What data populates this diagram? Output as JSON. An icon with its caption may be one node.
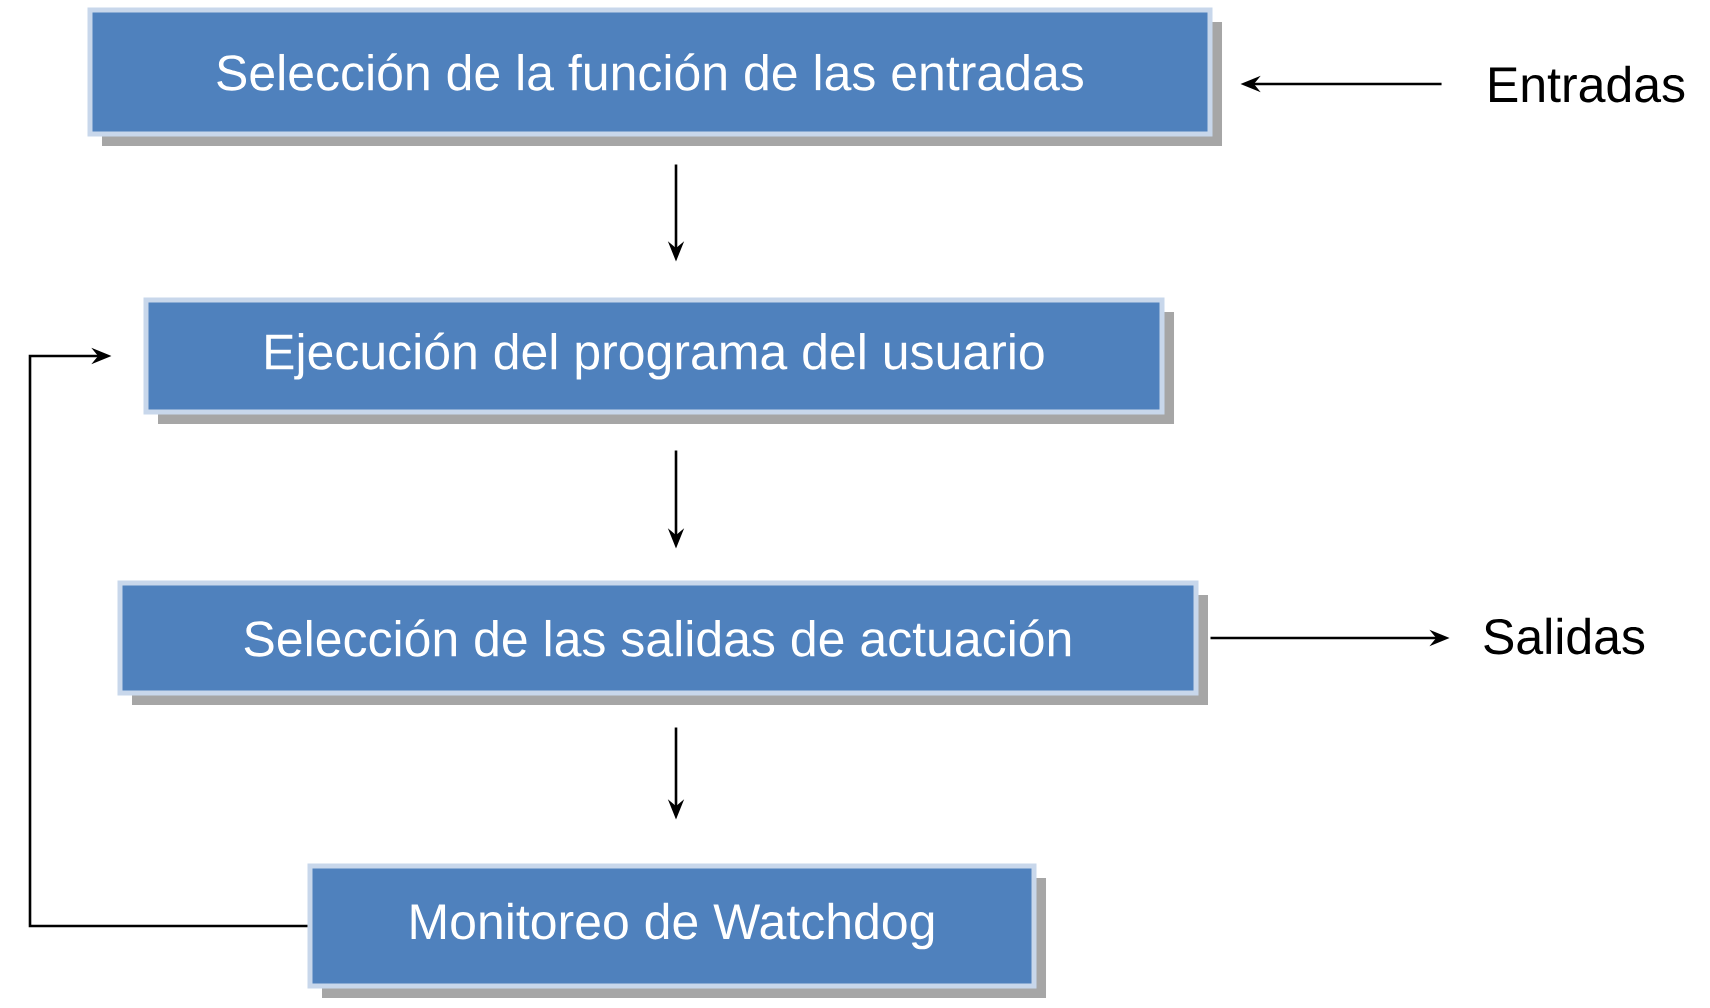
{
  "diagram": {
    "nodes": [
      {
        "text": [
          "Selección de la función de las entradas"
        ]
      },
      {
        "text": [
          "Ejecución del programa del usuario"
        ]
      },
      {
        "text": [
          "Selección de las salidas de actuación"
        ]
      },
      {
        "text": [
          "Monitoreo de Watchdog"
        ]
      },
      {
        "text": [
          "Entradas"
        ]
      },
      {
        "text": [
          "Salidas"
        ]
      }
    ],
    "edges": [
      {
        "from": 4,
        "to": 0,
        "arrow": "to"
      },
      {
        "from": 0,
        "to": 1,
        "arrow": "to"
      },
      {
        "from": 1,
        "to": 2,
        "arrow": "to"
      },
      {
        "from": 2,
        "to": 3,
        "arrow": "to"
      },
      {
        "from": 2,
        "to": 5,
        "arrow": "to"
      },
      {
        "from": 3,
        "to": 1,
        "arrow": "to"
      }
    ]
  }
}
